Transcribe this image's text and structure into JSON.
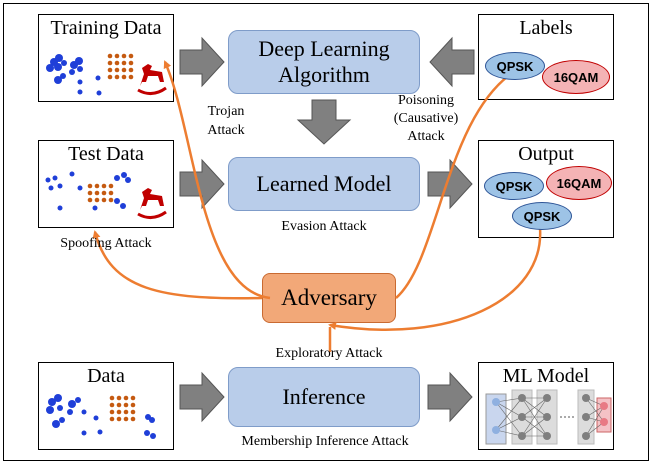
{
  "boxes": {
    "training_data": "Training Data",
    "test_data": "Test Data",
    "data": "Data",
    "labels": "Labels",
    "output": "Output",
    "ml_model": "ML Model"
  },
  "nodes": {
    "deep_learning": "Deep Learning Algorithm",
    "learned_model": "Learned Model",
    "adversary": "Adversary",
    "inference": "Inference"
  },
  "classes": {
    "qpsk": "QPSK",
    "qam16": "16QAM"
  },
  "attacks": {
    "trojan": "Trojan Attack",
    "poisoning": "Poisoning (Causative) Attack",
    "evasion": "Evasion Attack",
    "spoofing": "Spoofing Attack",
    "exploratory": "Exploratory Attack",
    "membership": "Membership Inference Attack"
  },
  "colors": {
    "node_fill": "#b9cdea",
    "adversary_fill": "#f2a878",
    "attack_arrow": "#ed7d31",
    "flow_arrow": "#808080",
    "dots_blue": "#1f3fd8",
    "dots_orange": "#c55a11",
    "horse_red": "#c00000"
  },
  "icons": {
    "horse": "rocking-horse-icon",
    "network": "neural-network-icon"
  }
}
